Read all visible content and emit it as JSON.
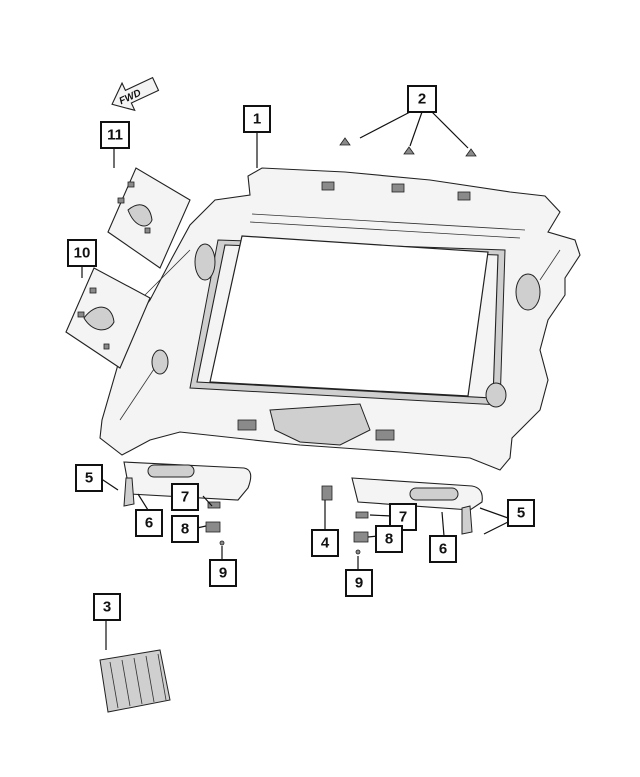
{
  "orientation_arrow": {
    "label": "FWD"
  },
  "callouts": [
    {
      "id": "c1",
      "text": "1"
    },
    {
      "id": "c2",
      "text": "2"
    },
    {
      "id": "c3",
      "text": "3"
    },
    {
      "id": "c4",
      "text": "4"
    },
    {
      "id": "c5a",
      "text": "5"
    },
    {
      "id": "c5b",
      "text": "5"
    },
    {
      "id": "c6a",
      "text": "6"
    },
    {
      "id": "c6b",
      "text": "6"
    },
    {
      "id": "c7a",
      "text": "7"
    },
    {
      "id": "c7b",
      "text": "7"
    },
    {
      "id": "c8a",
      "text": "8"
    },
    {
      "id": "c8b",
      "text": "8"
    },
    {
      "id": "c9a",
      "text": "9"
    },
    {
      "id": "c9b",
      "text": "9"
    },
    {
      "id": "c10",
      "text": "10"
    },
    {
      "id": "c11",
      "text": "11"
    }
  ]
}
